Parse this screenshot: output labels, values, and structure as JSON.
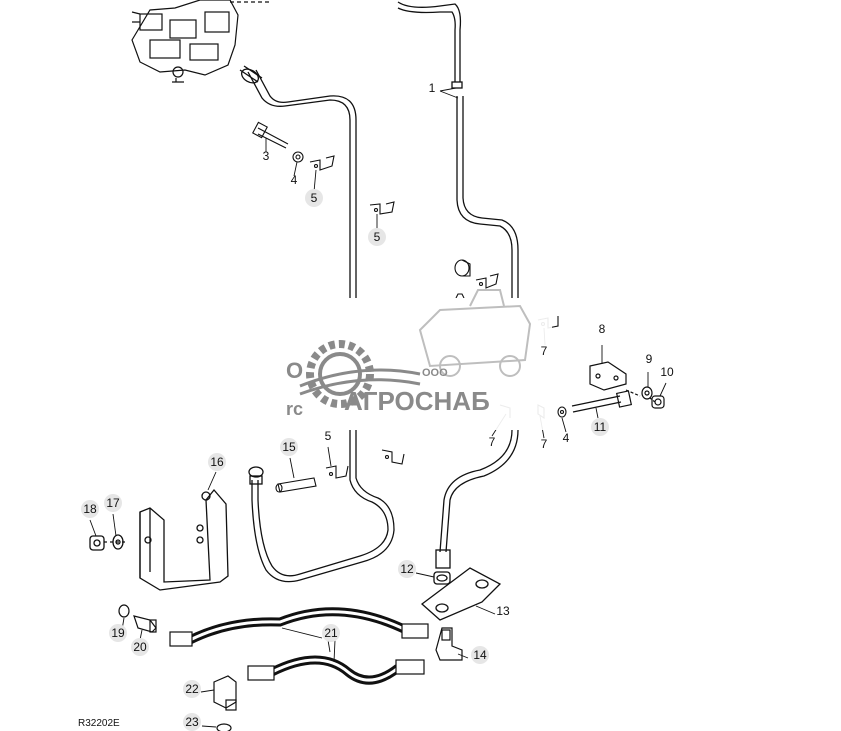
{
  "callouts": [
    {
      "n": "1",
      "shaded": false
    },
    {
      "n": "3",
      "shaded": false
    },
    {
      "n": "4",
      "shaded": false
    },
    {
      "n": "5",
      "shaded": true
    },
    {
      "n": "5",
      "shaded": true
    },
    {
      "n": "5",
      "shaded": false
    },
    {
      "n": "7",
      "shaded": false
    },
    {
      "n": "7",
      "shaded": false
    },
    {
      "n": "7",
      "shaded": false
    },
    {
      "n": "4",
      "shaded": false
    },
    {
      "n": "8",
      "shaded": false
    },
    {
      "n": "9",
      "shaded": false
    },
    {
      "n": "10",
      "shaded": false
    },
    {
      "n": "11",
      "shaded": true
    },
    {
      "n": "12",
      "shaded": true
    },
    {
      "n": "13",
      "shaded": false
    },
    {
      "n": "14",
      "shaded": true
    },
    {
      "n": "15",
      "shaded": true
    },
    {
      "n": "16",
      "shaded": true
    },
    {
      "n": "17",
      "shaded": true
    },
    {
      "n": "18",
      "shaded": true
    },
    {
      "n": "19",
      "shaded": true
    },
    {
      "n": "20",
      "shaded": true
    },
    {
      "n": "21",
      "shaded": true
    },
    {
      "n": "22",
      "shaded": true
    },
    {
      "n": "23",
      "shaded": true
    }
  ],
  "figure_code": "R32202E",
  "watermark": {
    "small": "ООО",
    "brand": "АГРОСНАБ",
    "fragment1": "O",
    "fragment2": "rc"
  },
  "colors": {
    "line": "#111111",
    "callout_fill": "#e6e6e6",
    "watermark": "#8a8a8a"
  }
}
